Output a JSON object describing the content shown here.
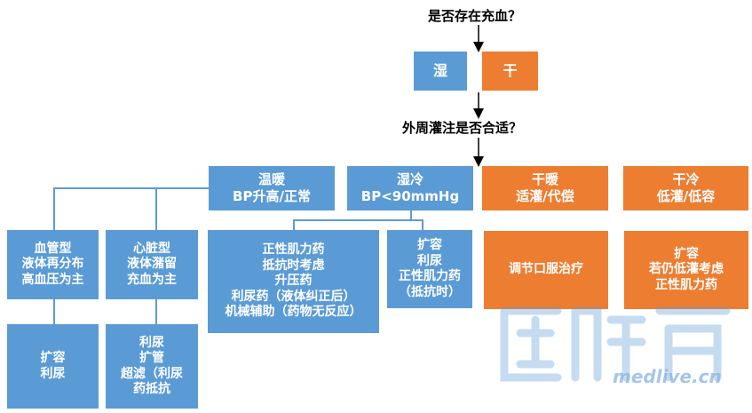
{
  "questions": {
    "q1": "是否存在充血？",
    "q2": "外周灌注是否合适？"
  },
  "level1": {
    "wet": "湿",
    "dry": "干"
  },
  "categories": {
    "warm_wet": [
      "温暖",
      "BP升高/正常"
    ],
    "cold_wet": [
      "湿冷",
      "BP<90mmHg"
    ],
    "warm_dry": [
      "干暖",
      "适灌/代偿"
    ],
    "cold_dry": [
      "干冷",
      "低灌/低容"
    ]
  },
  "subtypes": {
    "vascular": [
      "血管型",
      "液体再分布",
      "高血压为主"
    ],
    "cardiac": [
      "心脏型",
      "液体潴留",
      "充血为主"
    ]
  },
  "treatments": {
    "vascular": [
      "扩容",
      "利尿"
    ],
    "cardiac": [
      "利尿",
      "扩管",
      "超滤（利尿",
      "药抵抗"
    ],
    "cold_wet_a": [
      "正性肌力药",
      "抵抗时考虑",
      "升压药",
      "利尿药（液体纠正后）",
      "机械辅助（药物无反应）"
    ],
    "cold_wet_b": [
      "扩容",
      "利尿",
      "正性肌力药",
      "（抵抗时）"
    ],
    "warm_dry": [
      "调节口服治疗"
    ],
    "cold_dry": [
      "扩容",
      "若仍低灌考虑",
      "正性肌力药"
    ]
  },
  "watermark": {
    "text": "medlive.cn"
  },
  "colors": {
    "blue": "#5b9bd5",
    "orange": "#ed7d31"
  }
}
